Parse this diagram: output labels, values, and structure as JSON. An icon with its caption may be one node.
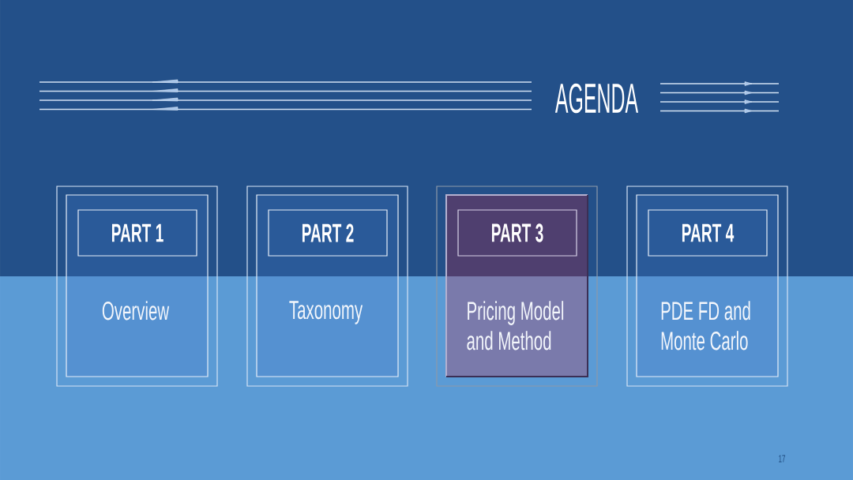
{
  "diagram": {
    "title": "AGENDA",
    "nodes": [
      {
        "text": [
          "Overview"
        ]
      },
      {
        "text": [
          "PART 1"
        ],
        "in": 0
      },
      {
        "text": [
          "Taxonomy"
        ]
      },
      {
        "text": [
          "PART 2"
        ],
        "in": 2
      },
      {
        "text": [
          "Pricing Model and Method"
        ]
      },
      {
        "text": [
          "PART 3"
        ],
        "in": 4
      },
      {
        "text": [
          "PDE FD and Monte Carlo"
        ]
      },
      {
        "text": [
          "PART 4"
        ],
        "in": 6
      }
    ],
    "labels": [
      "17"
    ]
  }
}
